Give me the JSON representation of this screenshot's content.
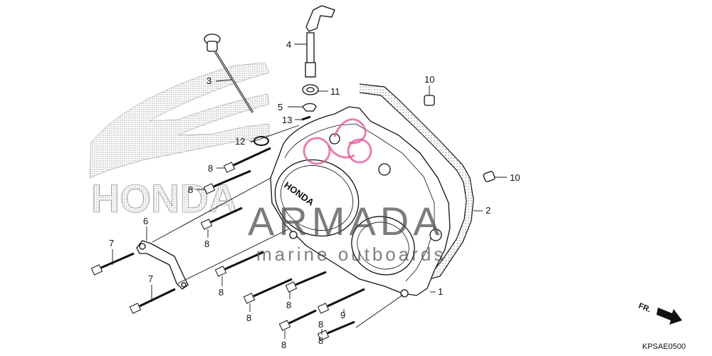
{
  "labels": {
    "l1": "1",
    "l2": "2",
    "l3": "3",
    "l4": "4",
    "l5": "5",
    "l6": "6",
    "l7a": "7",
    "l7b": "7",
    "l8a": "8",
    "l8b": "8",
    "l8c": "8",
    "l8d": "8",
    "l8e": "8",
    "l8f": "8",
    "l8g": "8",
    "l8h": "8",
    "l8i": "8",
    "l9": "9",
    "l10a": "10",
    "l10b": "10",
    "l11": "11",
    "l12": "12",
    "l13": "13"
  },
  "cover_text": "HONDA",
  "background_logo_text": "HONDA",
  "watermark": {
    "title": "ARMADA",
    "subtitle": "marine outboards",
    "accent_color": "#e0559a"
  },
  "direction_marker": "FR.",
  "diagram_code": "KPSAE0500"
}
